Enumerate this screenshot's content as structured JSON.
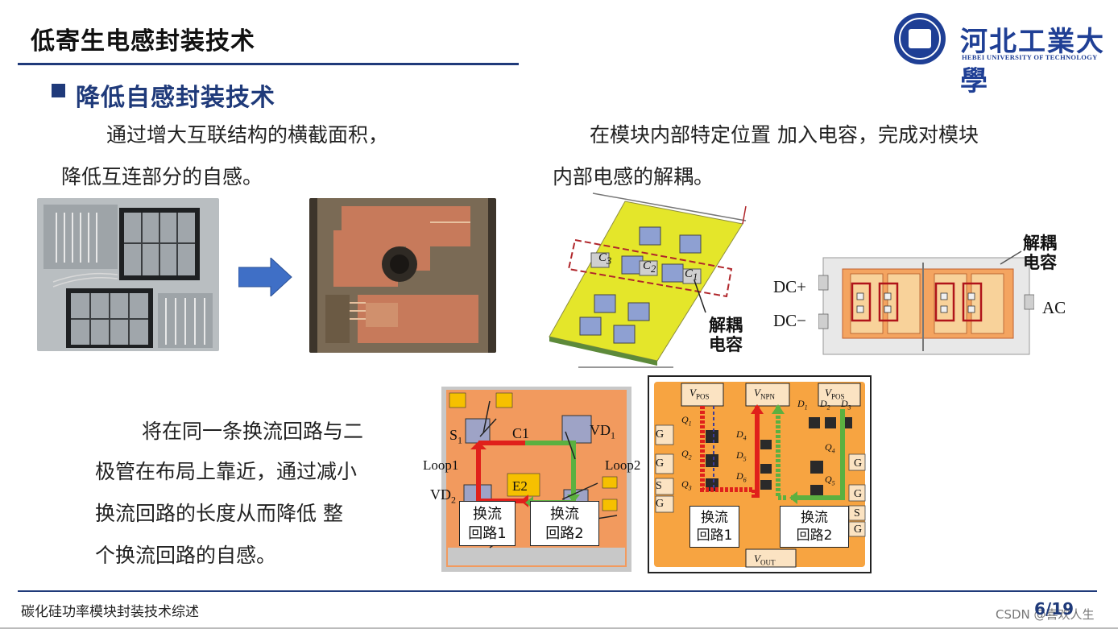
{
  "slide": {
    "title": "低寄生电感封装技术",
    "section_title": "降低自感封装技术",
    "page_number": "6/19",
    "footer_text": "碳化硅功率模块封装技术综述",
    "watermark": "CSDN @喜欢人生"
  },
  "logo": {
    "name_cn": "河北工業大學",
    "name_en": "HEBEI UNIVERSITY OF TECHNOLOGY"
  },
  "paragraphs": {
    "p1_line1": "通过增大互联结构的横截面积，",
    "p1_line2": "降低互连部分的自感。",
    "p2_line1": "在模块内部特定位置 加入电容，完成对模块",
    "p2_line2": "内部电感的解耦。",
    "p3_line1": "将在同一条换流回路与二",
    "p3_line2": "极管在布局上靠近，通过减小",
    "p3_line3": "换流回路的长度从而降低 整",
    "p3_line4": "个换流回路的自感。"
  },
  "figure_3d": {
    "cap_labels": [
      "C",
      "C",
      "C"
    ],
    "cap_subs": [
      "3",
      "2",
      "1"
    ],
    "decouple_label_1": "解耦",
    "decouple_label_2": "电容"
  },
  "figure_module": {
    "decouple_label_1": "解耦",
    "decouple_label_2": "电容",
    "dc_plus": "DC+",
    "dc_minus": "DC−",
    "ac": "AC"
  },
  "figure_loop_left": {
    "s1": "S",
    "s1_sub": "1",
    "c1": "C1",
    "vd1": "VD",
    "vd1_sub": "1",
    "loop1": "Loop1",
    "loop2": "Loop2",
    "e2": "E2",
    "vd2": "VD",
    "vd2_sub": "2",
    "box1_l1": "换流",
    "box1_l2": "回路1",
    "box2_l1": "换流",
    "box2_l2": "回路2"
  },
  "figure_loop_right": {
    "v_pos_left": "V",
    "v_pos_left_sub": "POS",
    "v_npn": "V",
    "v_npn_sub": "NPN",
    "v_pos_right": "V",
    "v_pos_right_sub": "POS",
    "v_out": "V",
    "v_out_sub": "OUT",
    "d1": "D",
    "d1_sub": "1",
    "d2": "D",
    "d2_sub": "2",
    "d3": "D",
    "d3_sub": "3",
    "d4": "D",
    "d4_sub": "4",
    "d5": "D",
    "d5_sub": "5",
    "d6": "D",
    "d6_sub": "6",
    "q1": "Q",
    "q1_sub": "1",
    "q2": "Q",
    "q2_sub": "2",
    "q3": "Q",
    "q3_sub": "3",
    "q4": "Q",
    "q4_sub": "4",
    "q5": "Q",
    "q5_sub": "5",
    "g_label": "G",
    "s_label": "S",
    "box1_l1": "换流",
    "box1_l2": "回路1",
    "box2_l1": "换流",
    "box2_l2": "回路2"
  },
  "colors": {
    "accent": "#1f3a7a",
    "logo_blue": "#1f3f95",
    "arrow_blue": "#3f6fc6",
    "copper": "#c77a5b",
    "pcb_orange": "#f4a460",
    "loop_red": "#e0201b",
    "loop_green": "#5cb040"
  }
}
